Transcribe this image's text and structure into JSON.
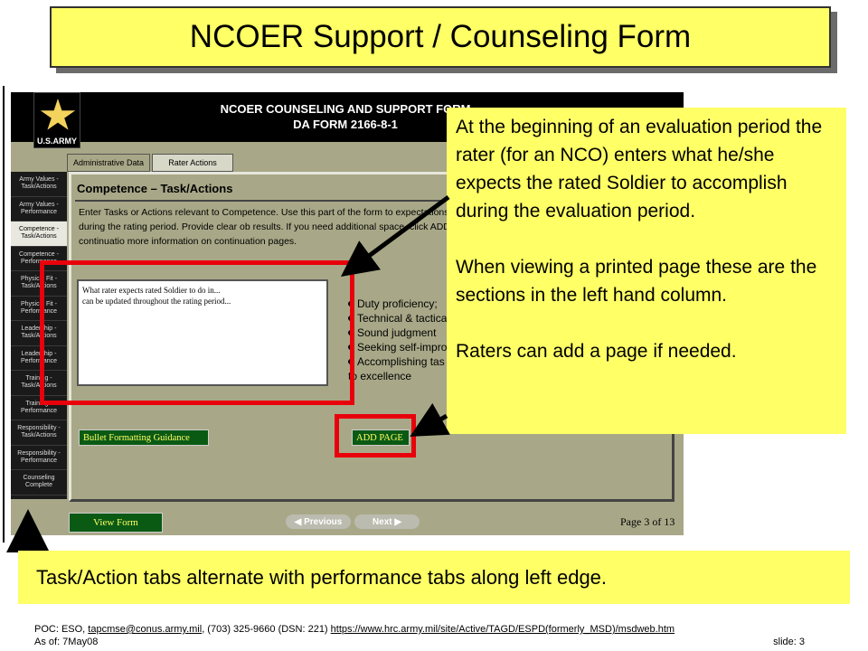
{
  "slide_title": "NCOER Support / Counseling Form",
  "screen": {
    "logo_text": "U.S.ARMY",
    "header_line1": "NCOER COUNSELING AND SUPPORT FORM",
    "header_line2": "DA FORM 2166-8-1",
    "tabs": [
      "Administrative Data",
      "Rater Actions"
    ],
    "sidebar": [
      "Army Values -\nTask/Actions",
      "Army Values -\nPerformance",
      "Competence -\nTask/Actions",
      "Competence -\nPerformance",
      "Physical Fit -\nTask/Actions",
      "Physical Fit -\nPerformance",
      "Leadership -\nTask/Actions",
      "Leadership -\nPerformance",
      "Training -\nTask/Actions",
      "Training -\nPerformance",
      "Responsibility -\nTask/Actions",
      "Responsibility -\nPerformance",
      "Counseling\nComplete"
    ],
    "active_sidebar_index": 2,
    "section_title": "Competence – Task/Actions",
    "instructions": "Enter Tasks or Actions relevant to Competence.  Use this part of the form to expectations of the Rated Soldier during the rating period.  Provide clear ob results.  If you need additional space, click ADD PAGE to add continuatio more information on continuation pages.",
    "textarea_line1": "What rater expects rated Soldier to do in...",
    "textarea_line2": "can be updated throughout the rating period...",
    "bullets": [
      "Duty proficiency;",
      "Technical & tactica",
      "Sound judgment",
      "Seeking self-impro",
      "Accomplishing tas",
      "to excellence"
    ],
    "guidance_button": "Bullet Formatting Guidance",
    "add_page_button": "ADD PAGE",
    "view_form_button": "View Form",
    "previous_button": "Previous",
    "next_button": "Next",
    "page_indicator": "Page 3 of 13"
  },
  "callout": {
    "para1": "At the beginning of an evaluation period the rater (for an NCO) enters what he/she expects the rated Soldier to accomplish during the evaluation period.",
    "para2": "When viewing a printed page these are the sections in the left hand column.",
    "para3": "Raters can add a page if needed."
  },
  "bottom_note": "Task/Action tabs alternate with performance tabs along left edge.",
  "footer": {
    "poc_prefix": "POC: ESO, ",
    "email": "tapcmse@conus.army.mil",
    "phone": ", (703)  325-9660  (DSN: 221) ",
    "url": "https://www.hrc.army.mil/site/Active/TAGD/ESPD(formerly_MSD)/msdweb.htm",
    "as_of": "As of: 7May08",
    "slide_number": "slide: 3"
  },
  "colors": {
    "banner": "#ffff66",
    "highlight_red": "#e8000b",
    "form_bg": "#a8a888",
    "button_green": "#0a5a14"
  }
}
